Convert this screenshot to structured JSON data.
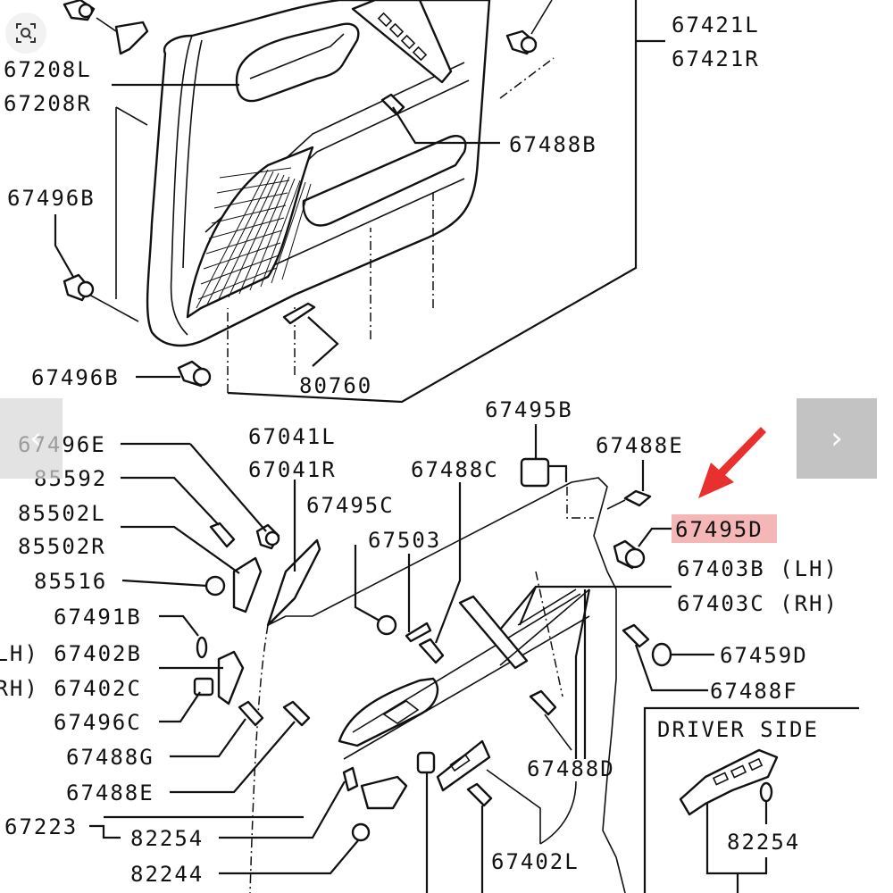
{
  "viewer": {
    "lens_button": {
      "icon": "image-search-lens-icon",
      "label": "Search image"
    },
    "prev_button": {
      "icon": "chevron-left-icon",
      "glyph": "‹"
    },
    "next_button": {
      "icon": "chevron-right-icon",
      "glyph": "›"
    }
  },
  "diagram": {
    "title": "Door trim panel parts diagram",
    "highlight_color": "#f4b6b6",
    "arrow_color": "#e8312f",
    "upper_labels": {
      "p67208L": "67208L",
      "p67208R": "67208R",
      "p67421L": "67421L",
      "p67421R": "67421R",
      "p67488B": "67488B",
      "p67496B_top": "67496B",
      "p67496B_bottom": "67496B",
      "p80760": "80760"
    },
    "lower_labels": {
      "p67495B": "67495B",
      "p67488E_right": "67488E",
      "p67496E": "67496E",
      "p67041L": "67041L",
      "p67041R": "67041R",
      "p67488C": "67488C",
      "p85592": "85592",
      "p85502L": "85502L",
      "p85502R": "85502R",
      "p67495C": "67495C",
      "p67503": "67503",
      "p67495D": "67495D",
      "p67403B": "67403B (LH)",
      "p67403C": "67403C (RH)",
      "p85516": "85516",
      "p67491B": "67491B",
      "p67402B": "(LH) 67402B",
      "p67402C": "(RH) 67402C",
      "p67459D": "67459D",
      "p67488F": "67488F",
      "p67496C": "67496C",
      "p67488G": "67488G",
      "p67488E_left": "67488E",
      "p67488D": "67488D",
      "p67223": "67223",
      "p82254_left": "82254",
      "p82244": "82244",
      "p67402L": "67402L"
    },
    "inset": {
      "title": "DRIVER SIDE",
      "p82254": "82254"
    }
  }
}
